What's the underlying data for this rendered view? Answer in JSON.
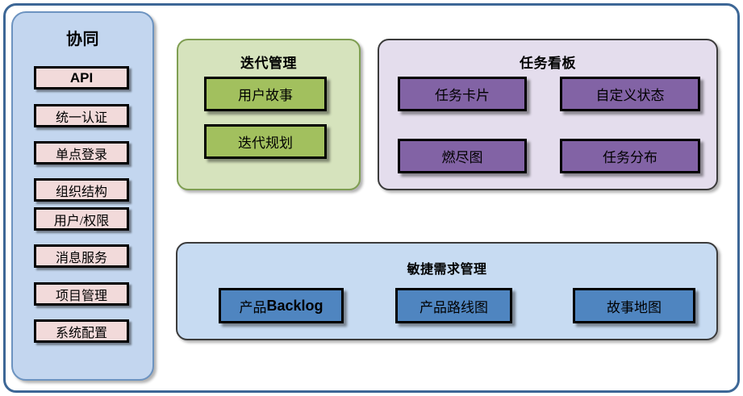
{
  "diagram": {
    "outer_frame_color": "#3d6796",
    "sidebar": {
      "title": "协同",
      "fill": "#c3d6ef",
      "border": "#6c93c0",
      "item_fill": "#f2dada",
      "items": [
        {
          "label": "API"
        },
        {
          "label": "统一认证"
        },
        {
          "label": "单点登录"
        },
        {
          "label": "组织结构"
        },
        {
          "label": "用户/权限"
        },
        {
          "label": "消息服务"
        },
        {
          "label": "项目管理"
        },
        {
          "label": "系统配置"
        }
      ]
    },
    "panels": [
      {
        "key": "iteration",
        "title": "迭代管理",
        "fill": "#d6e3bd",
        "border": "#7f9e52",
        "node_fill": "#a2c05e",
        "nodes": [
          {
            "label": "用户故事"
          },
          {
            "label": "迭代规划"
          }
        ]
      },
      {
        "key": "taskboard",
        "title": "任务看板",
        "fill": "#e4dded",
        "border": "#3b3b3b",
        "node_fill": "#8263a5",
        "nodes": [
          {
            "label": "任务卡片"
          },
          {
            "label": "自定义状态"
          },
          {
            "label": "燃尽图"
          },
          {
            "label": "任务分布"
          }
        ]
      },
      {
        "key": "agile",
        "title": "敏捷需求管理",
        "fill": "#c7dbf2",
        "border": "#3b3b3b",
        "node_fill": "#4f85c0",
        "nodes": [
          {
            "label_cjk": "产品",
            "label_latin": "Backlog"
          },
          {
            "label": "产品路线图"
          },
          {
            "label": "故事地图"
          }
        ]
      }
    ]
  }
}
